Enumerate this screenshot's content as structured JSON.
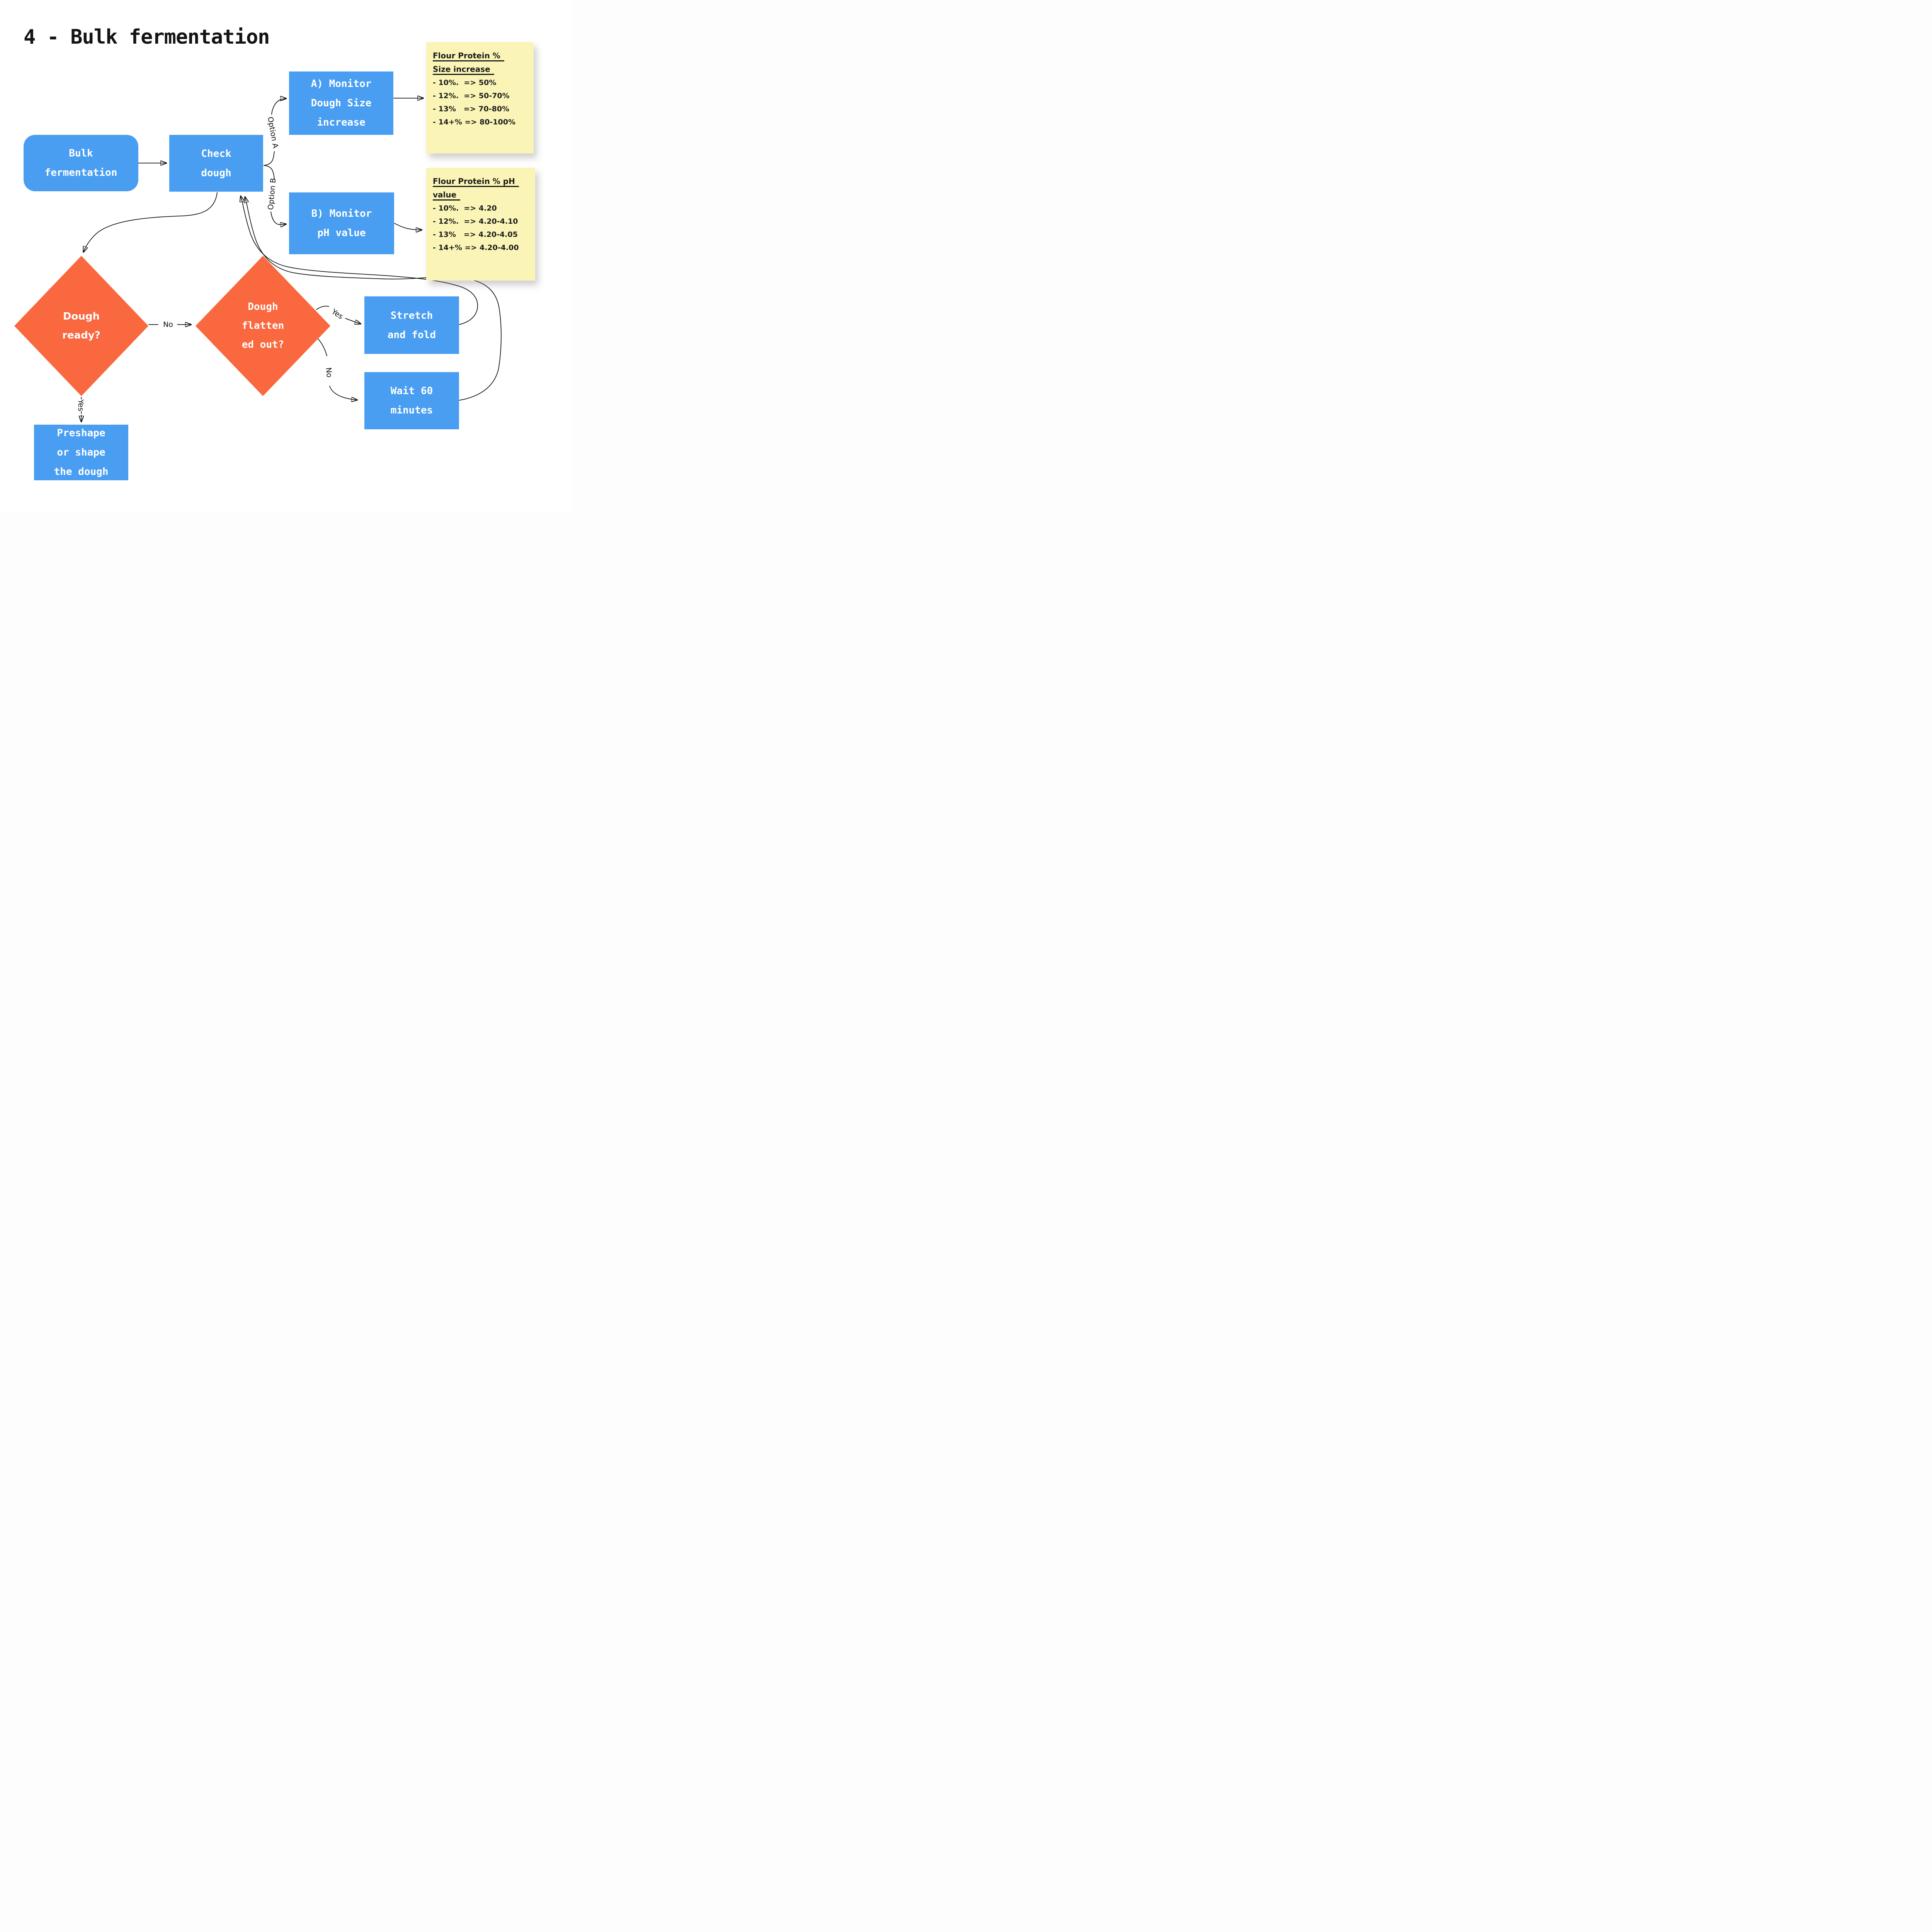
{
  "title": "4 - Bulk fermentation",
  "colors": {
    "blue": "#4a9ef2",
    "orange": "#f9683f",
    "sticky": "#faf5b6",
    "ink": "#111111"
  },
  "nodes": {
    "bulk": {
      "lines": [
        "Bulk",
        "fermentation"
      ]
    },
    "check": {
      "lines": [
        "Check",
        "dough"
      ]
    },
    "monitor_a": {
      "lines": [
        "A) Monitor",
        "Dough Size",
        "increase"
      ]
    },
    "monitor_b": {
      "lines": [
        "B) Monitor",
        "pH value"
      ]
    },
    "stretch": {
      "lines": [
        "Stretch",
        "and fold"
      ]
    },
    "wait": {
      "lines": [
        "Wait 60",
        "minutes"
      ]
    },
    "preshape": {
      "lines": [
        "Preshape",
        "or shape",
        "the dough"
      ]
    }
  },
  "decisions": {
    "dough_ready": {
      "lines": [
        "Dough",
        "ready?"
      ]
    },
    "dough_flattened": {
      "lines": [
        "Dough",
        "flatten",
        "ed out?"
      ]
    }
  },
  "stickies": {
    "size_increase": {
      "title_lines": [
        "Flour Protein %",
        "Size increase"
      ],
      "items": [
        "- 10%.  => 50%",
        "- 12%.  => 50-70%",
        "- 13%   => 70-80%",
        "- 14+% => 80-100%"
      ]
    },
    "ph_value": {
      "title_lines": [
        "Flour Protein % pH",
        "value"
      ],
      "items": [
        "- 10%.  => 4.20",
        "- 12%.  => 4.20-4.10",
        "- 13%   => 4.20-4.05",
        "- 14+% => 4.20-4.00"
      ]
    }
  },
  "labels": {
    "option_a": "Option A",
    "option_b": "Option B",
    "no_ready": "No",
    "yes_ready": "Yes",
    "yes_flattened": "Yes",
    "no_flattened": "No"
  }
}
